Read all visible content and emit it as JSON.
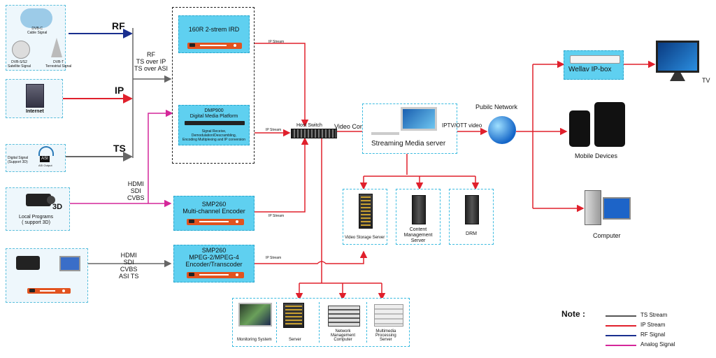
{
  "colors": {
    "ts": "#555555",
    "ip": "#e0202c",
    "rf": "#1a2f8f",
    "analog": "#d4279a",
    "box_fill": "#5fd0f0",
    "box_border": "#2aa6cc"
  },
  "sources": {
    "dvbc": "DVB-C\nCable Signal",
    "dvbs": "DVB-S/S2\nSatellite Signal",
    "dvbt": "DVB-T\nTerrestrial Signal",
    "internet": "Internet",
    "digital": "Digital Signal\n(Support 3D)",
    "asi": "ASI",
    "asi_output": "ASI Output",
    "local": "Local Programs\n( support 3D)",
    "label_3d": "3D"
  },
  "signals": {
    "rf": "RF",
    "ip": "IP",
    "ts": "TS",
    "rf_group": "RF\nTS over IP\nTS over ASI",
    "analog1": "HDMI\nSDI\nCVBS",
    "analog2": "HDMI\nSDI\nCVBS\nASI TS"
  },
  "devices": {
    "ird": "160R 2-strem IRD",
    "dmp_title": "DMP900\nDigital Media Platform",
    "dmp_desc": "Signal Receive,\nDemodulation/Descrambling,\nEncoding Multiplexing and IP conversion",
    "enc1": "SMP260\nMulti-channel Encoder",
    "enc2": "SMP260\nMPEG-2/MPEG-4\nEncoder/Transcoder"
  },
  "stream_labels": {
    "ip1": "IP Stream",
    "ip2": "IP Stream",
    "ip3": "IP Stream",
    "ip4": "IP Stream"
  },
  "network": {
    "switch": "Host Switch",
    "video_content": "Video Content",
    "streaming_server": "Streaming Media server",
    "iptv": "IPTV/OTT video",
    "public": "Pubilc Network"
  },
  "servers": {
    "storage": "Video Storage Server",
    "cms": "Content\nManagement\nServer",
    "drm": "DRM"
  },
  "bottom": {
    "monitoring": "Monitoring System",
    "server": "Server",
    "nms": "Network\nManagement\nComputer",
    "multimedia": "Multimedia\nProcessing\nServer"
  },
  "outputs": {
    "ipbox": "Wellav IP-box",
    "tv": "TV",
    "mobile": "Mobile Devices",
    "computer": "Computer"
  },
  "legend": {
    "title": "Note :",
    "items": [
      {
        "label": "TS Stream",
        "color": "#555555"
      },
      {
        "label": "IP Stream",
        "color": "#e0202c"
      },
      {
        "label": "RF Signal",
        "color": "#1a2f8f"
      },
      {
        "label": "Analog Signal",
        "color": "#d4279a"
      }
    ]
  }
}
